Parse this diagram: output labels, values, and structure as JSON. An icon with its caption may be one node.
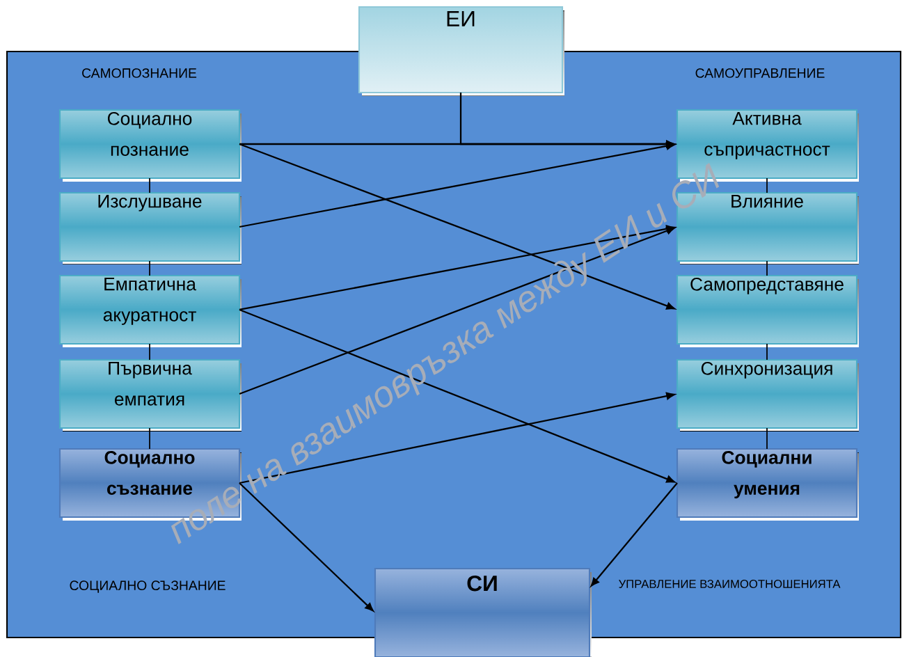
{
  "diagram": {
    "nodes": [
      {
        "text": [
          "ЕИ"
        ]
      },
      {
        "text": [
          "Социално познание"
        ]
      },
      {
        "text": [
          "Изслушване"
        ]
      },
      {
        "text": [
          "Емпатична акуратност"
        ]
      },
      {
        "text": [
          "Първична емпатия"
        ]
      },
      {
        "text": [
          "Социално съзнание"
        ]
      },
      {
        "text": [
          "Активна съпричастност"
        ]
      },
      {
        "text": [
          "Влияние"
        ]
      },
      {
        "text": [
          "Самопредставяне"
        ]
      },
      {
        "text": [
          "Синхронизация"
        ]
      },
      {
        "text": [
          "Социални умения"
        ]
      },
      {
        "text": [
          "СИ"
        ]
      }
    ],
    "edges": [
      {
        "from": 0,
        "to": 6,
        "arrow": "to"
      },
      {
        "from": 1,
        "to": 6,
        "arrow": "to"
      },
      {
        "from": 1,
        "to": 8,
        "arrow": "to"
      },
      {
        "from": 2,
        "to": 6,
        "arrow": "to"
      },
      {
        "from": 3,
        "to": 7,
        "arrow": "to"
      },
      {
        "from": 3,
        "to": 10,
        "arrow": "to"
      },
      {
        "from": 4,
        "to": 7,
        "arrow": "to"
      },
      {
        "from": 5,
        "to": 9,
        "arrow": "to"
      },
      {
        "from": 5,
        "to": 11,
        "arrow": "to"
      },
      {
        "from": 10,
        "to": 11,
        "arrow": "to"
      },
      {
        "from": 1,
        "to": 2,
        "arrow": "none"
      },
      {
        "from": 2,
        "to": 3,
        "arrow": "none"
      },
      {
        "from": 3,
        "to": 4,
        "arrow": "none"
      },
      {
        "from": 4,
        "to": 5,
        "arrow": "none"
      },
      {
        "from": 6,
        "to": 7,
        "arrow": "none"
      },
      {
        "from": 7,
        "to": 8,
        "arrow": "none"
      },
      {
        "from": 8,
        "to": 9,
        "arrow": "none"
      },
      {
        "from": 9,
        "to": 10,
        "arrow": "none"
      }
    ],
    "labels": [
      "САМОПОЗНАНИЕ",
      "САМОУПРАВЛЕНИЕ",
      "СОЦИАЛНО СЪЗНАНИЕ",
      "УПРАВЛЕНИЕ ВЗАИМООТНОШЕНИЯТА",
      "поле на взаимовръзка между ЕИ и СИ"
    ]
  }
}
